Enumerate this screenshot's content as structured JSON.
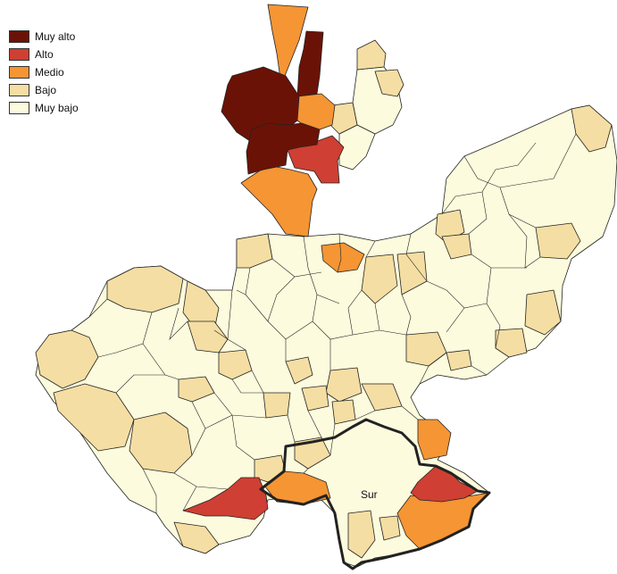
{
  "legend": {
    "items": [
      {
        "label": "Muy alto",
        "color": "#6b1207"
      },
      {
        "label": "Alto",
        "color": "#cf3f33"
      },
      {
        "label": "Medio",
        "color": "#f59534"
      },
      {
        "label": "Bajo",
        "color": "#f5dea3"
      },
      {
        "label": "Muy bajo",
        "color": "#fdfbdd"
      }
    ]
  },
  "map": {
    "region_label": "Sur",
    "border_color": "#222222",
    "region_border_color": "#222222"
  }
}
